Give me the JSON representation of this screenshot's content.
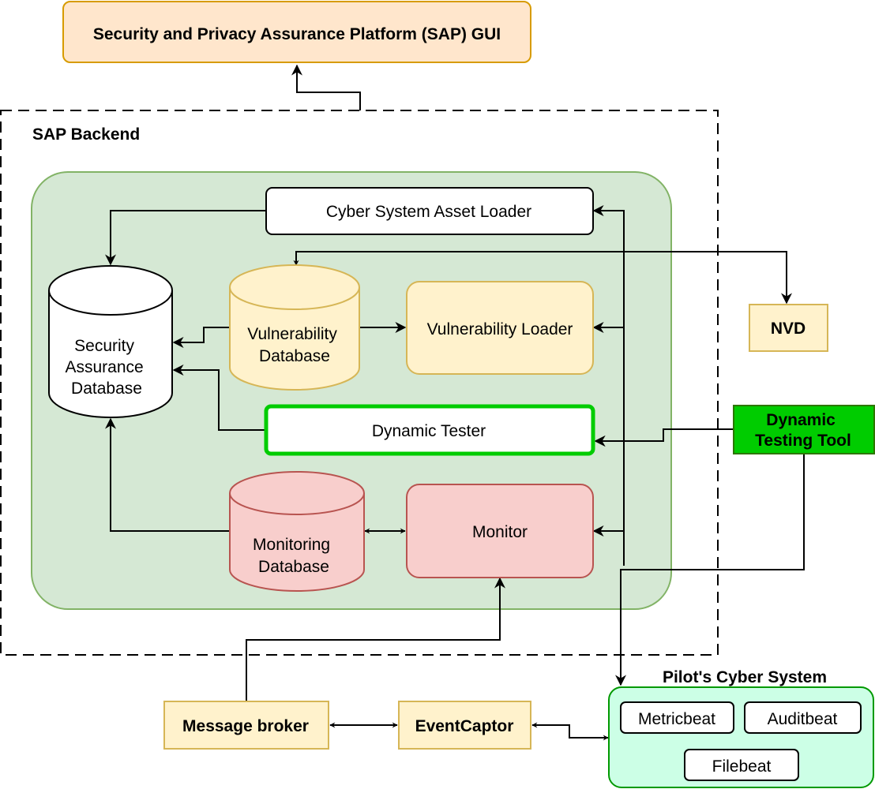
{
  "gui": {
    "label": "Security and Privacy Assurance Platform (SAP) GUI"
  },
  "backend": {
    "label": "SAP Backend"
  },
  "asset_loader": {
    "label": "Cyber System Asset Loader"
  },
  "security_db": {
    "lines": [
      "Security",
      "Assurance",
      "Database"
    ]
  },
  "vuln_db": {
    "lines": [
      "Vulnerability",
      "Database"
    ]
  },
  "vuln_loader": {
    "label": "Vulnerability Loader"
  },
  "dynamic_tester": {
    "label": "Dynamic Tester"
  },
  "monitoring_db": {
    "lines": [
      "Monitoring",
      "Database"
    ]
  },
  "monitor": {
    "label": "Monitor"
  },
  "nvd": {
    "label": "NVD"
  },
  "dynamic_tool": {
    "lines": [
      "Dynamic",
      "Testing Tool"
    ]
  },
  "pilot": {
    "title": "Pilot's Cyber System",
    "components": [
      "Metricbeat",
      "Auditbeat",
      "Filebeat"
    ]
  },
  "message_broker": {
    "label": "Message broker"
  },
  "event_captor": {
    "label": "EventCaptor"
  },
  "colors": {
    "gui_fill": "#FFE6CC",
    "gui_stroke": "#D79B00",
    "backend_green_fill": "#D5E8D4",
    "backend_green_stroke": "#82B366",
    "yellow_fill": "#FFF2CC",
    "yellow_stroke": "#D6B656",
    "red_fill": "#F8CECC",
    "red_stroke": "#B85450",
    "tester_border": "#00CC00",
    "tool_fill": "#00CC00",
    "pilot_fill": "#CCFFE6",
    "pilot_stroke": "#009900"
  }
}
